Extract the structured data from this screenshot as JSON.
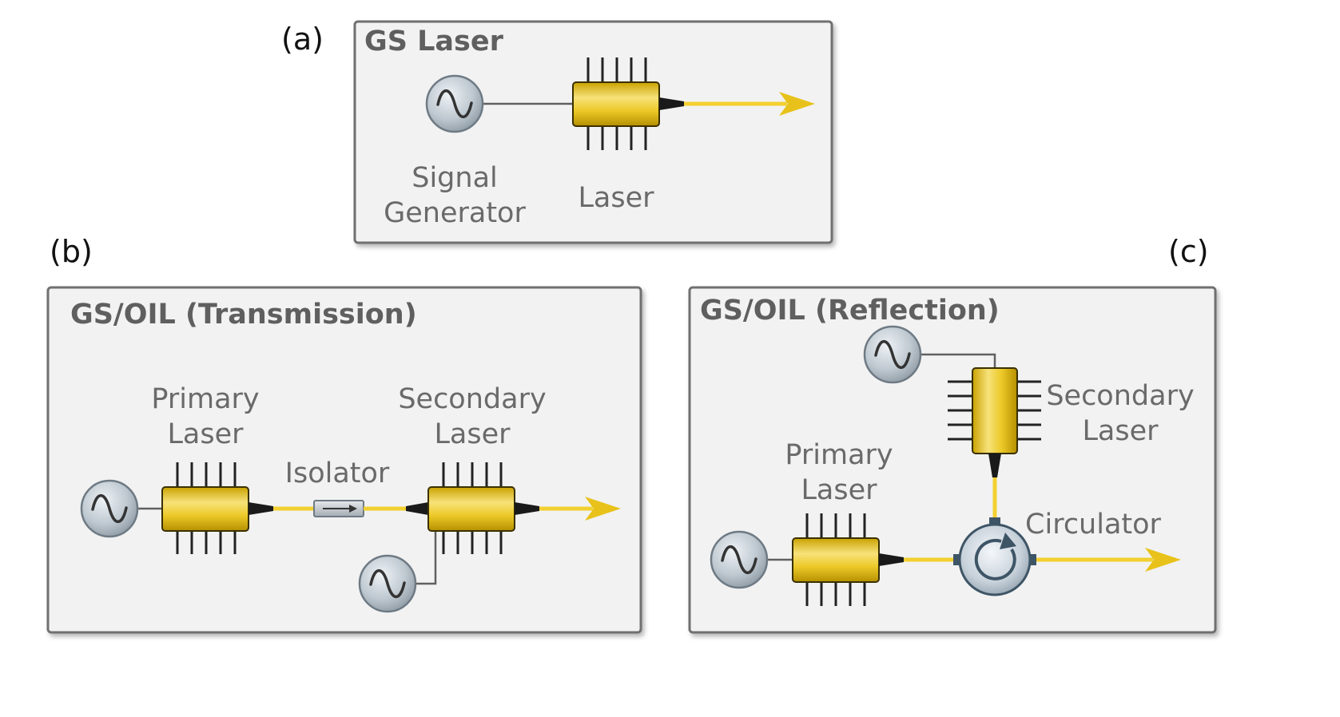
{
  "panels": {
    "a": {
      "letter": "(a)",
      "title": "GS Laser",
      "signal_generator_label": [
        "Signal",
        "Generator"
      ],
      "laser_label": "Laser"
    },
    "b": {
      "letter": "(b)",
      "title": "GS/OIL (Transmission)",
      "primary_label": [
        "Primary",
        "Laser"
      ],
      "isolator_label": "Isolator",
      "secondary_label": [
        "Secondary",
        "Laser"
      ]
    },
    "c": {
      "letter": "(c)",
      "title": "GS/OIL (Reflection)",
      "secondary_label": [
        "Secondary",
        "Laser"
      ],
      "primary_label": [
        "Primary",
        "Laser"
      ],
      "circulator_label": "Circulator"
    }
  },
  "colors": {
    "panel_fill": "#f2f2f2",
    "panel_border": "#707070",
    "laser_gold": "#e6c21c",
    "beam": "#f2d030",
    "arrow": "#e8c21a",
    "wire": "#606060",
    "generator_fill": "#b9c4cc",
    "pins": "#222222"
  }
}
